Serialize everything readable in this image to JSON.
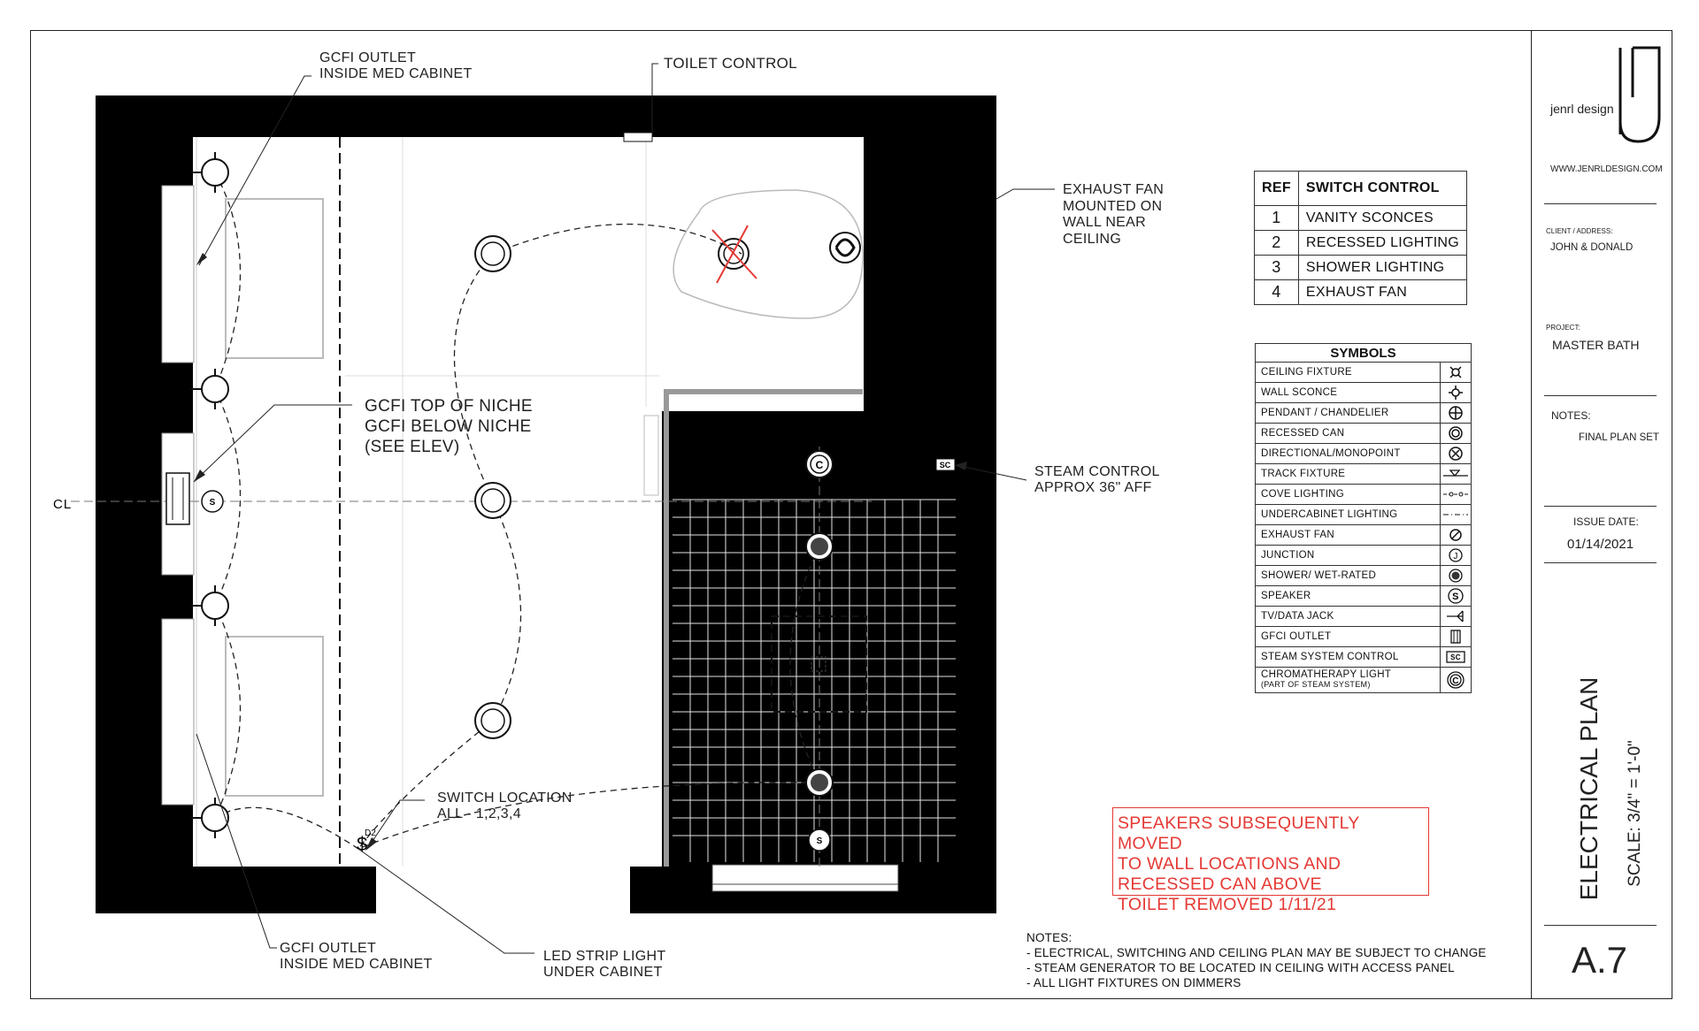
{
  "firm": {
    "name": "jenrl design",
    "website": "WWW.JENRLDESIGN.COM"
  },
  "title_block": {
    "client_label": "CLIENT / ADDRESS:",
    "client_value": "JOHN & DONALD",
    "project_label": "PROJECT:",
    "project_value": "MASTER BATH",
    "notes_label": "NOTES:",
    "notes_value": "FINAL PLAN SET",
    "issue_label": "ISSUE DATE:",
    "issue_value": "01/14/2021",
    "sheet_title": "ELECTRICAL PLAN",
    "scale": "SCALE:  3/4\" = 1'-0\"",
    "sheet_number": "A.7"
  },
  "switch_control": {
    "header_ref": "REF",
    "header_title": "SWITCH CONTROL",
    "rows": [
      {
        "ref": "1",
        "label": "VANITY SCONCES"
      },
      {
        "ref": "2",
        "label": "RECESSED LIGHTING"
      },
      {
        "ref": "3",
        "label": "SHOWER LIGHTING"
      },
      {
        "ref": "4",
        "label": "EXHAUST FAN"
      }
    ]
  },
  "symbols": {
    "title": "SYMBOLS",
    "rows": [
      {
        "label": "CEILING FIXTURE",
        "icon": "ceiling-fixture-icon"
      },
      {
        "label": "WALL SCONCE",
        "icon": "wall-sconce-icon"
      },
      {
        "label": "PENDANT / CHANDELIER",
        "icon": "pendant-icon"
      },
      {
        "label": "RECESSED CAN",
        "icon": "recessed-can-icon"
      },
      {
        "label": "DIRECTIONAL/MONOPOINT",
        "icon": "directional-icon"
      },
      {
        "label": "TRACK FIXTURE",
        "icon": "track-fixture-icon"
      },
      {
        "label": "COVE LIGHTING",
        "icon": "cove-lighting-icon"
      },
      {
        "label": "UNDERCABINET LIGHTING",
        "icon": "undercabinet-icon"
      },
      {
        "label": "EXHAUST FAN",
        "icon": "exhaust-fan-icon"
      },
      {
        "label": "JUNCTION",
        "icon": "junction-icon"
      },
      {
        "label": "SHOWER/ WET-RATED",
        "icon": "shower-light-icon"
      },
      {
        "label": "SPEAKER",
        "icon": "speaker-icon"
      },
      {
        "label": "TV/DATA JACK",
        "icon": "tv-data-jack-icon"
      },
      {
        "label": "GFCI OUTLET",
        "icon": "gfci-outlet-icon"
      },
      {
        "label": "STEAM SYSTEM CONTROL",
        "icon": "steam-control-icon"
      },
      {
        "label": "CHROMATHERAPY LIGHT",
        "sublabel": "(PART OF STEAM SYSTEM)",
        "icon": "chromatherapy-icon"
      }
    ]
  },
  "callouts": {
    "gcfi_top_1": "GCFI OUTLET",
    "gcfi_top_2": "INSIDE MED CABINET",
    "toilet_control": "TOILET CONTROL",
    "exhaust_1": "EXHAUST FAN",
    "exhaust_2": "MOUNTED ON",
    "exhaust_3": "WALL NEAR",
    "exhaust_4": "CEILING",
    "niche_1": "GCFI TOP OF NICHE",
    "niche_2": "GCFI BELOW NICHE",
    "niche_3": "(SEE ELEV)",
    "steam_1": "STEAM CONTROL",
    "steam_2": "APPROX 36\" AFF",
    "switch_loc_1": "SWITCH LOCATION",
    "switch_loc_2": "ALL - 1,2,3,4",
    "gcfi_bottom_1": "GCFI OUTLET",
    "gcfi_bottom_2": "INSIDE MED CABINET",
    "led_1": "LED STRIP LIGHT",
    "led_2": "UNDER CABINET",
    "centerline": "CL",
    "switch_tag": "D2",
    "sc_tag": "SC"
  },
  "revision_note": {
    "line1": "SPEAKERS SUBSEQUENTLY MOVED",
    "line2": "TO WALL LOCATIONS AND",
    "line3": "RECESSED CAN ABOVE",
    "line4": "TOILET REMOVED 1/11/21",
    "color": "#e53935"
  },
  "notes": {
    "title": "NOTES:",
    "items": [
      "- ELECTRICAL, SWITCHING AND CEILING PLAN MAY BE SUBJECT TO CHANGE",
      "- STEAM GENERATOR TO BE LOCATED IN CEILING WITH ACCESS PANEL",
      "- ALL LIGHT FIXTURES ON DIMMERS"
    ]
  }
}
